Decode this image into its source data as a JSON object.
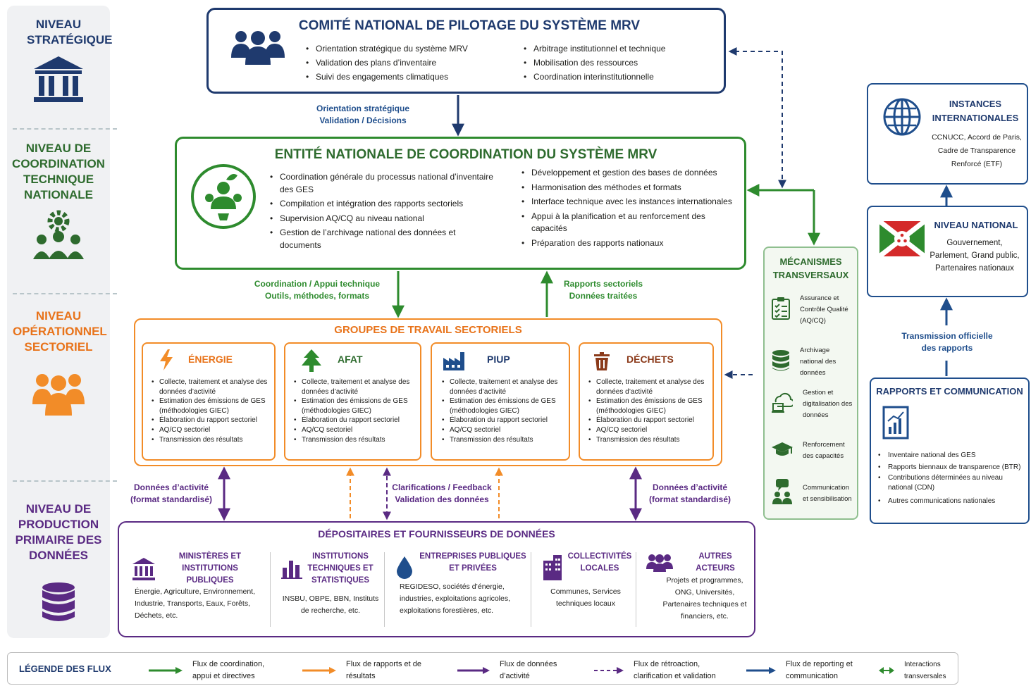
{
  "levels": [
    {
      "label": "NIVEAU STRATÉGIQUE",
      "color": "#1f3a6e",
      "icon": "institution-icon"
    },
    {
      "label": "NIVEAU DE COORDINATION TECHNIQUE NATIONALE",
      "color": "#2e6b2e",
      "icon": "gear-people-icon"
    },
    {
      "label": "NIVEAU OPÉRATIONNEL SECTORIEL",
      "color": "#e8731a",
      "icon": "people-icon"
    },
    {
      "label": "NIVEAU DE PRODUCTION PRIMAIRE DES DONNÉES",
      "color": "#5a2a83",
      "icon": "database-icon"
    }
  ],
  "comite": {
    "title": "COMITÉ NATIONAL DE PILOTAGE DU SYSTÈME MRV",
    "left": [
      "Orientation stratégique du système MRV",
      "Validation des plans d’inventaire",
      "Suivi des engagements climatiques"
    ],
    "right": [
      "Arbitrage institutionnel et technique",
      "Mobilisation des ressources",
      "Coordination interinstitutionnelle"
    ]
  },
  "flow_orientation": [
    "Orientation stratégique",
    "Validation / Décisions"
  ],
  "entite": {
    "title": "ENTITÉ NATIONALE DE COORDINATION DU SYSTÈME MRV",
    "left": [
      "Coordination générale du processus national d’inventaire des GES",
      "Compilation et intégration des rapports sectoriels",
      "Supervision AQ/CQ au niveau national",
      "Gestion de l’archivage national des données et documents"
    ],
    "right": [
      "Développement et gestion des bases de données",
      "Harmonisation des méthodes et formats",
      "Interface technique avec les instances internationales",
      "Appui à la planification et au renforcement des capacités",
      "Préparation des rapports nationaux"
    ]
  },
  "flow_coordination": [
    "Coordination / Appui technique",
    "Outils, méthodes, formats"
  ],
  "flow_rapports": [
    "Rapports sectoriels",
    "Données traitées"
  ],
  "groupes": {
    "title": "GROUPES DE TRAVAIL SECTORIELS",
    "sectors": [
      {
        "name": "ÉNERGIE",
        "icon": "lightning-icon",
        "items": [
          "Collecte, traitement et analyse des données d’activité",
          "Estimation des émissions de GES (méthodologies GIEC)",
          "Élaboration du rapport sectoriel",
          "AQ/CQ sectoriel",
          "Transmission des résultats"
        ]
      },
      {
        "name": "AFAT",
        "icon": "tree-icon",
        "items": [
          "Collecte, traitement et analyse des données d’activité",
          "Estimation des émissions de GES (méthodologies GIEC)",
          "Élaboration du rapport sectoriel",
          "AQ/CQ sectoriel",
          "Transmission des résultats"
        ]
      },
      {
        "name": "PIUP",
        "icon": "factory-icon",
        "items": [
          "Collecte, traitement et analyse des données d’activité",
          "Estimation des émissions de GES (méthodologies GIEC)",
          "Élaboration du rapport sectoriel",
          "AQ/CQ sectoriel",
          "Transmission des résultats"
        ]
      },
      {
        "name": "DÉCHETS",
        "icon": "trash-icon",
        "items": [
          "Collecte, traitement et analyse des données d’activité",
          "Estimation des émissions de GES (méthodologies GIEC)",
          "Élaboration du rapport sectoriel",
          "AQ/CQ sectoriel",
          "Transmission des résultats"
        ]
      }
    ]
  },
  "flow_donnees_left": [
    "Données d’activité",
    "(format standardisé)"
  ],
  "flow_clarif": [
    "Clarifications / Feedback",
    "Validation des données"
  ],
  "flow_donnees_right": [
    "Données d’activité",
    "(format standardisé)"
  ],
  "depositaires": {
    "title": "DÉPOSITAIRES ET FOURNISSEURS DE DONNÉES",
    "providers": [
      {
        "name": "MINISTÈRES ET INSTITUTIONS PUBLIQUES",
        "icon": "institution-icon",
        "text": "Énergie, Agriculture, Environnement, Industrie, Transports, Eaux, Forêts, Déchets, etc."
      },
      {
        "name": "INSTITUTIONS TECHNIQUES ET STATISTIQUES",
        "icon": "bar-chart-icon",
        "text": "INSBU, OBPE, BBN, Instituts de recherche, etc."
      },
      {
        "name": "ENTREPRISES PUBLIQUES ET PRIVÉES",
        "icon": "water-drop-icon",
        "text": "REGIDESO, sociétés d’énergie, industries, exploitations agricoles, exploitations forestières, etc."
      },
      {
        "name": "COLLECTIVITÉS LOCALES",
        "icon": "building-icon",
        "text": "Communes, Services techniques locaux"
      },
      {
        "name": "AUTRES ACTEURS",
        "icon": "group-icon",
        "text": "Projets et programmes, ONG, Universités, Partenaires techniques et financiers, etc."
      }
    ]
  },
  "mecanismes": {
    "title": "MÉCANISMES TRANSVERSAUX",
    "items": [
      {
        "label": "Assurance et Contrôle Qualité (AQ/CQ)",
        "icon": "checklist-icon"
      },
      {
        "label": "Archivage national des données",
        "icon": "database-icon"
      },
      {
        "label": "Gestion et digitalisation des données",
        "icon": "cloud-computer-icon"
      },
      {
        "label": "Renforcement des capacités",
        "icon": "graduation-cap-icon"
      },
      {
        "label": "Communication et sensibilisation",
        "icon": "chat-people-icon"
      }
    ]
  },
  "international": {
    "title": "INSTANCES INTERNATIONALES",
    "text": "CCNUCC, Accord de Paris, Cadre de Transparence Renforcé (ETF)"
  },
  "national": {
    "title": "NIVEAU NATIONAL",
    "text": "Gouvernement, Parlement, Grand public, Partenaires nationaux"
  },
  "flow_transmission": [
    "Transmission officielle",
    "des rapports"
  ],
  "rapports": {
    "title": "RAPPORTS ET COMMUNICATION",
    "items": [
      "Inventaire national des GES",
      "Rapports biennaux de transparence (BTR)",
      "Contributions déterminées au niveau national (CDN)",
      "Autres communications nationales"
    ]
  },
  "legend": {
    "title": "LÉGENDE DES FLUX",
    "items": [
      {
        "label": "Flux de coordination, appui et directives",
        "color": "#2e8b2e",
        "style": "solid"
      },
      {
        "label": "Flux de rapports et de résultats",
        "color": "#f28c28",
        "style": "solid"
      },
      {
        "label": "Flux de données d’activité",
        "color": "#5a2a83",
        "style": "solid"
      },
      {
        "label": "Flux de rétroaction, clarification et validation",
        "color": "#5a2a83",
        "style": "dashed"
      },
      {
        "label": "Flux de reporting et communication",
        "color": "#1f4e8c",
        "style": "solid"
      },
      {
        "label": "Interactions transversales",
        "color": "#2e8b2e",
        "style": "double"
      }
    ]
  }
}
